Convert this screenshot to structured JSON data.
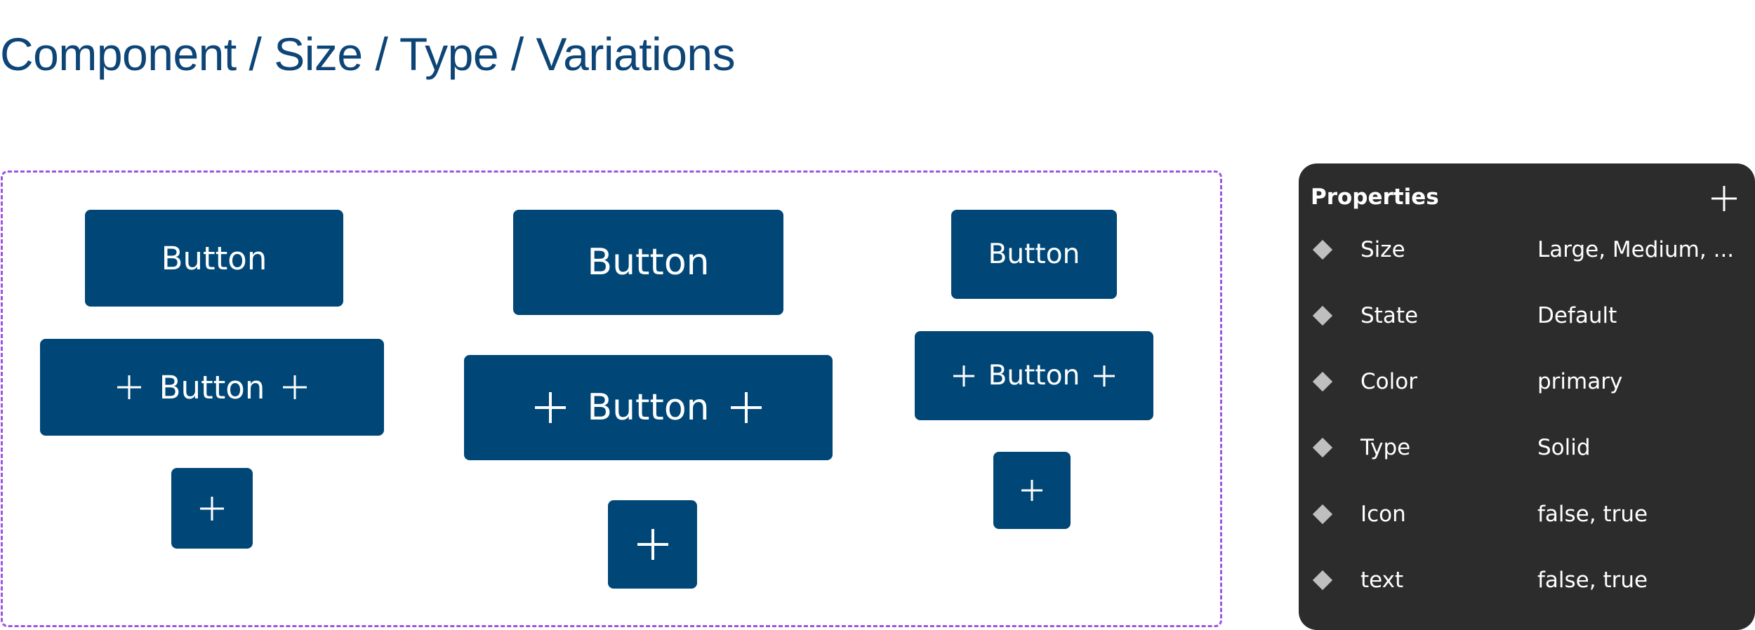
{
  "page": {
    "title": "Component / Size / Type / Variations"
  },
  "colors": {
    "button_primary": "#004777",
    "title": "#0d4577",
    "frame_border": "#9b55e0",
    "panel_bg": "#2c2c2c"
  },
  "variants": {
    "medium": {
      "text_button_label": "Button",
      "icon_text_button_label": "Button"
    },
    "large": {
      "text_button_label": "Button",
      "icon_text_button_label": "Button"
    },
    "small": {
      "text_button_label": "Button",
      "icon_text_button_label": "Button"
    },
    "icon_name": "plus-icon"
  },
  "properties_panel": {
    "title": "Properties",
    "add_icon": "plus-icon",
    "rows": [
      {
        "name": "Size",
        "value": "Large, Medium, ..."
      },
      {
        "name": "State",
        "value": "Default"
      },
      {
        "name": "Color",
        "value": "primary"
      },
      {
        "name": "Type",
        "value": "Solid"
      },
      {
        "name": "Icon",
        "value": "false, true"
      },
      {
        "name": "text",
        "value": "false, true"
      }
    ]
  }
}
